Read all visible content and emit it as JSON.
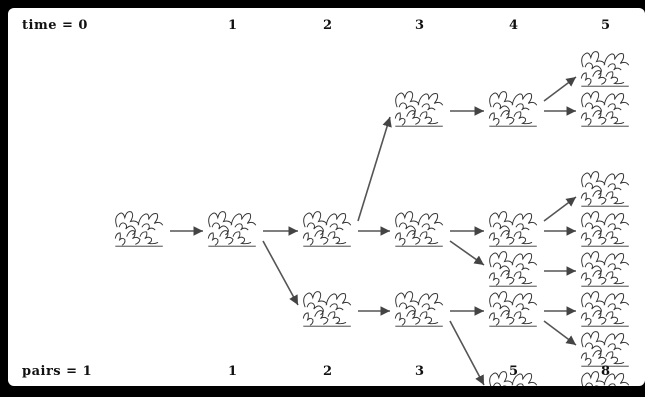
{
  "header": {
    "time_label": "time = 0",
    "time_values": [
      "1",
      "2",
      "3",
      "4",
      "5"
    ]
  },
  "footer": {
    "pairs_label": "pairs = 1",
    "pairs_values": [
      "1",
      "2",
      "3",
      "5",
      "8"
    ]
  },
  "diagram": {
    "icon": "rabbit-pair-icon",
    "nodes": [
      {
        "id": "a",
        "t": 0,
        "lvl": 5
      },
      {
        "id": "b",
        "t": 1,
        "lvl": 5
      },
      {
        "id": "c",
        "t": 2,
        "lvl": 5
      },
      {
        "id": "d",
        "t": 2,
        "lvl": 7
      },
      {
        "id": "e",
        "t": 3,
        "lvl": 2
      },
      {
        "id": "f",
        "t": 3,
        "lvl": 5
      },
      {
        "id": "g",
        "t": 3,
        "lvl": 7
      },
      {
        "id": "h",
        "t": 4,
        "lvl": 2
      },
      {
        "id": "i",
        "t": 4,
        "lvl": 5
      },
      {
        "id": "j",
        "t": 4,
        "lvl": 6
      },
      {
        "id": "k",
        "t": 4,
        "lvl": 7
      },
      {
        "id": "l",
        "t": 4,
        "lvl": 9
      },
      {
        "id": "m",
        "t": 5,
        "lvl": 1
      },
      {
        "id": "n",
        "t": 5,
        "lvl": 2
      },
      {
        "id": "o",
        "t": 5,
        "lvl": 4
      },
      {
        "id": "p",
        "t": 5,
        "lvl": 5
      },
      {
        "id": "q",
        "t": 5,
        "lvl": 6
      },
      {
        "id": "r",
        "t": 5,
        "lvl": 7
      },
      {
        "id": "s",
        "t": 5,
        "lvl": 8
      },
      {
        "id": "u",
        "t": 5,
        "lvl": 9
      }
    ],
    "edges": [
      [
        "a",
        "b"
      ],
      [
        "b",
        "c"
      ],
      [
        "b",
        "d"
      ],
      [
        "c",
        "e"
      ],
      [
        "c",
        "f"
      ],
      [
        "d",
        "g"
      ],
      [
        "e",
        "h"
      ],
      [
        "f",
        "i"
      ],
      [
        "f",
        "j"
      ],
      [
        "g",
        "k"
      ],
      [
        "g",
        "l"
      ],
      [
        "h",
        "m"
      ],
      [
        "h",
        "n"
      ],
      [
        "i",
        "o"
      ],
      [
        "i",
        "p"
      ],
      [
        "j",
        "q"
      ],
      [
        "k",
        "r"
      ],
      [
        "k",
        "s"
      ],
      [
        "l",
        "u"
      ]
    ]
  }
}
